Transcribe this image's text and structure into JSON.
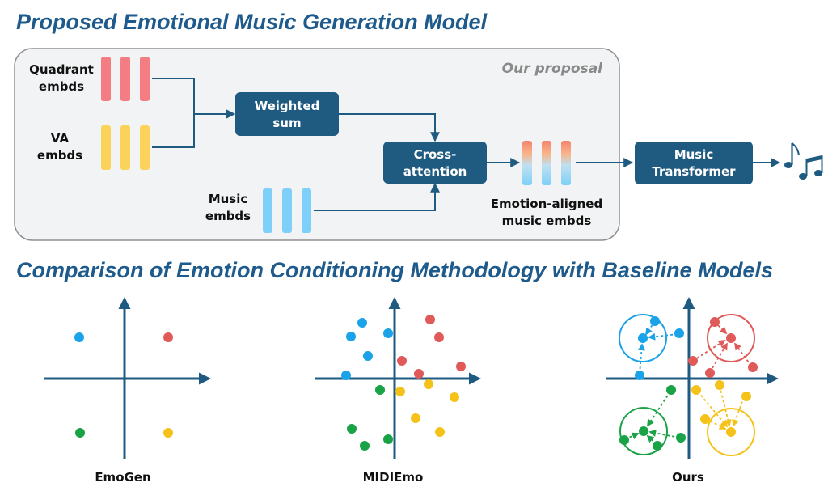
{
  "titles": {
    "top": "Proposed Emotional Music Generation Model",
    "bottom": "Comparison of Emotion Conditioning Methodology with Baseline Models"
  },
  "pipeline": {
    "proposal_label": "Our proposal",
    "quadrant": [
      "Quadrant",
      "embds"
    ],
    "va": [
      "VA",
      "embds"
    ],
    "music": [
      "Music",
      "embds"
    ],
    "weighted_sum": [
      "Weighted",
      "sum"
    ],
    "cross_attention": [
      "Cross-",
      "attention"
    ],
    "aligned": [
      "Emotion-aligned",
      "music embds"
    ],
    "transformer": [
      "Music",
      "Transformer"
    ],
    "note_icon": "music-note-icon"
  },
  "colors": {
    "title": "#1e5b8c",
    "box": "#1f5a80",
    "red": "#e05a5a",
    "blue": "#1aa3e8",
    "green": "#1aa346",
    "yellow": "#f5c21a",
    "quad_bar": "#f47d84",
    "va_bar": "#fcd35a",
    "music_bar": "#7ed0f8"
  },
  "plots": [
    {
      "label": "EmoGen"
    },
    {
      "label": "MIDIEmo"
    },
    {
      "label": "Ours"
    }
  ]
}
